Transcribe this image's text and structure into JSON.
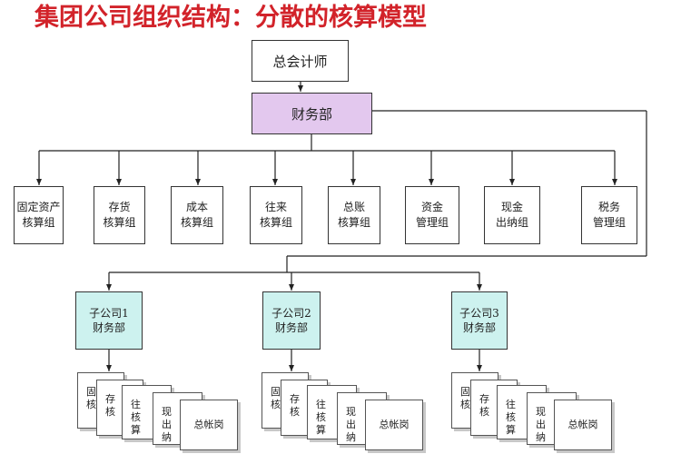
{
  "title": "集团公司组织结构：分散的核算模型",
  "top": "总会计师",
  "dept": "财务部",
  "groups": [
    "固定资产\n核算组",
    "存货\n核算组",
    "成本\n核算组",
    "往来\n核算组",
    "总账\n核算组",
    "资金\n管理组",
    "现金\n出纳组",
    "税务\n管理组"
  ],
  "subsidiaries": [
    {
      "label": "子公司1\n财务部",
      "cards": [
        "固\n核",
        "存\n核",
        "往\n核算",
        "现\n出纳",
        "总帐岗"
      ]
    },
    {
      "label": "子公司2\n财务部",
      "cards": [
        "固\n核",
        "存\n核",
        "往\n核算",
        "现\n出纳",
        "总帐岗"
      ]
    },
    {
      "label": "子公司3\n财务部",
      "cards": [
        "固\n核",
        "存\n核",
        "往\n核算",
        "现\n出纳",
        "总帐岗"
      ]
    }
  ],
  "colors": {
    "title": "#d2232a",
    "dept": "#e3c8ee",
    "subsidiary": "#cdf2ef"
  }
}
